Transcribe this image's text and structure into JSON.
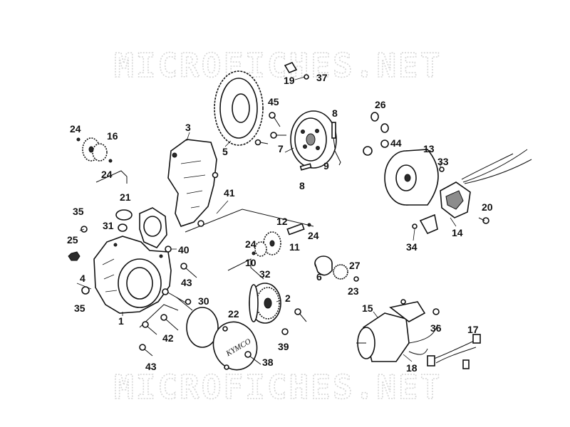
{
  "watermark": {
    "top": "MICROFICHES.NET",
    "bottom": "MICROFICHES.NET"
  },
  "cover_logo": "KYMCO",
  "callouts": [
    {
      "id": "c1",
      "label": "1"
    },
    {
      "id": "c2",
      "label": "2"
    },
    {
      "id": "c3",
      "label": "3"
    },
    {
      "id": "c4",
      "label": "4"
    },
    {
      "id": "c5",
      "label": "5"
    },
    {
      "id": "c6",
      "label": "6"
    },
    {
      "id": "c7",
      "label": "7"
    },
    {
      "id": "c8a",
      "label": "8"
    },
    {
      "id": "c8b",
      "label": "8"
    },
    {
      "id": "c9",
      "label": "9"
    },
    {
      "id": "c10",
      "label": "10"
    },
    {
      "id": "c11",
      "label": "11"
    },
    {
      "id": "c12",
      "label": "12"
    },
    {
      "id": "c13",
      "label": "13"
    },
    {
      "id": "c14",
      "label": "14"
    },
    {
      "id": "c15",
      "label": "15"
    },
    {
      "id": "c16",
      "label": "16"
    },
    {
      "id": "c17",
      "label": "17"
    },
    {
      "id": "c18",
      "label": "18"
    },
    {
      "id": "c19",
      "label": "19"
    },
    {
      "id": "c20",
      "label": "20"
    },
    {
      "id": "c21",
      "label": "21"
    },
    {
      "id": "c22",
      "label": "22"
    },
    {
      "id": "c23",
      "label": "23"
    },
    {
      "id": "c24a",
      "label": "24"
    },
    {
      "id": "c24b",
      "label": "24"
    },
    {
      "id": "c24c",
      "label": "24"
    },
    {
      "id": "c24d",
      "label": "24"
    },
    {
      "id": "c25",
      "label": "25"
    },
    {
      "id": "c26",
      "label": "26"
    },
    {
      "id": "c27",
      "label": "27"
    },
    {
      "id": "c30",
      "label": "30"
    },
    {
      "id": "c31",
      "label": "31"
    },
    {
      "id": "c32",
      "label": "32"
    },
    {
      "id": "c33",
      "label": "33"
    },
    {
      "id": "c34",
      "label": "34"
    },
    {
      "id": "c35a",
      "label": "35"
    },
    {
      "id": "c35b",
      "label": "35"
    },
    {
      "id": "c36",
      "label": "36"
    },
    {
      "id": "c37",
      "label": "37"
    },
    {
      "id": "c38",
      "label": "38"
    },
    {
      "id": "c39",
      "label": "39"
    },
    {
      "id": "c40",
      "label": "40"
    },
    {
      "id": "c41",
      "label": "41"
    },
    {
      "id": "c42",
      "label": "42"
    },
    {
      "id": "c43a",
      "label": "43"
    },
    {
      "id": "c43b",
      "label": "43"
    },
    {
      "id": "c44",
      "label": "44"
    },
    {
      "id": "c45",
      "label": "45"
    }
  ]
}
